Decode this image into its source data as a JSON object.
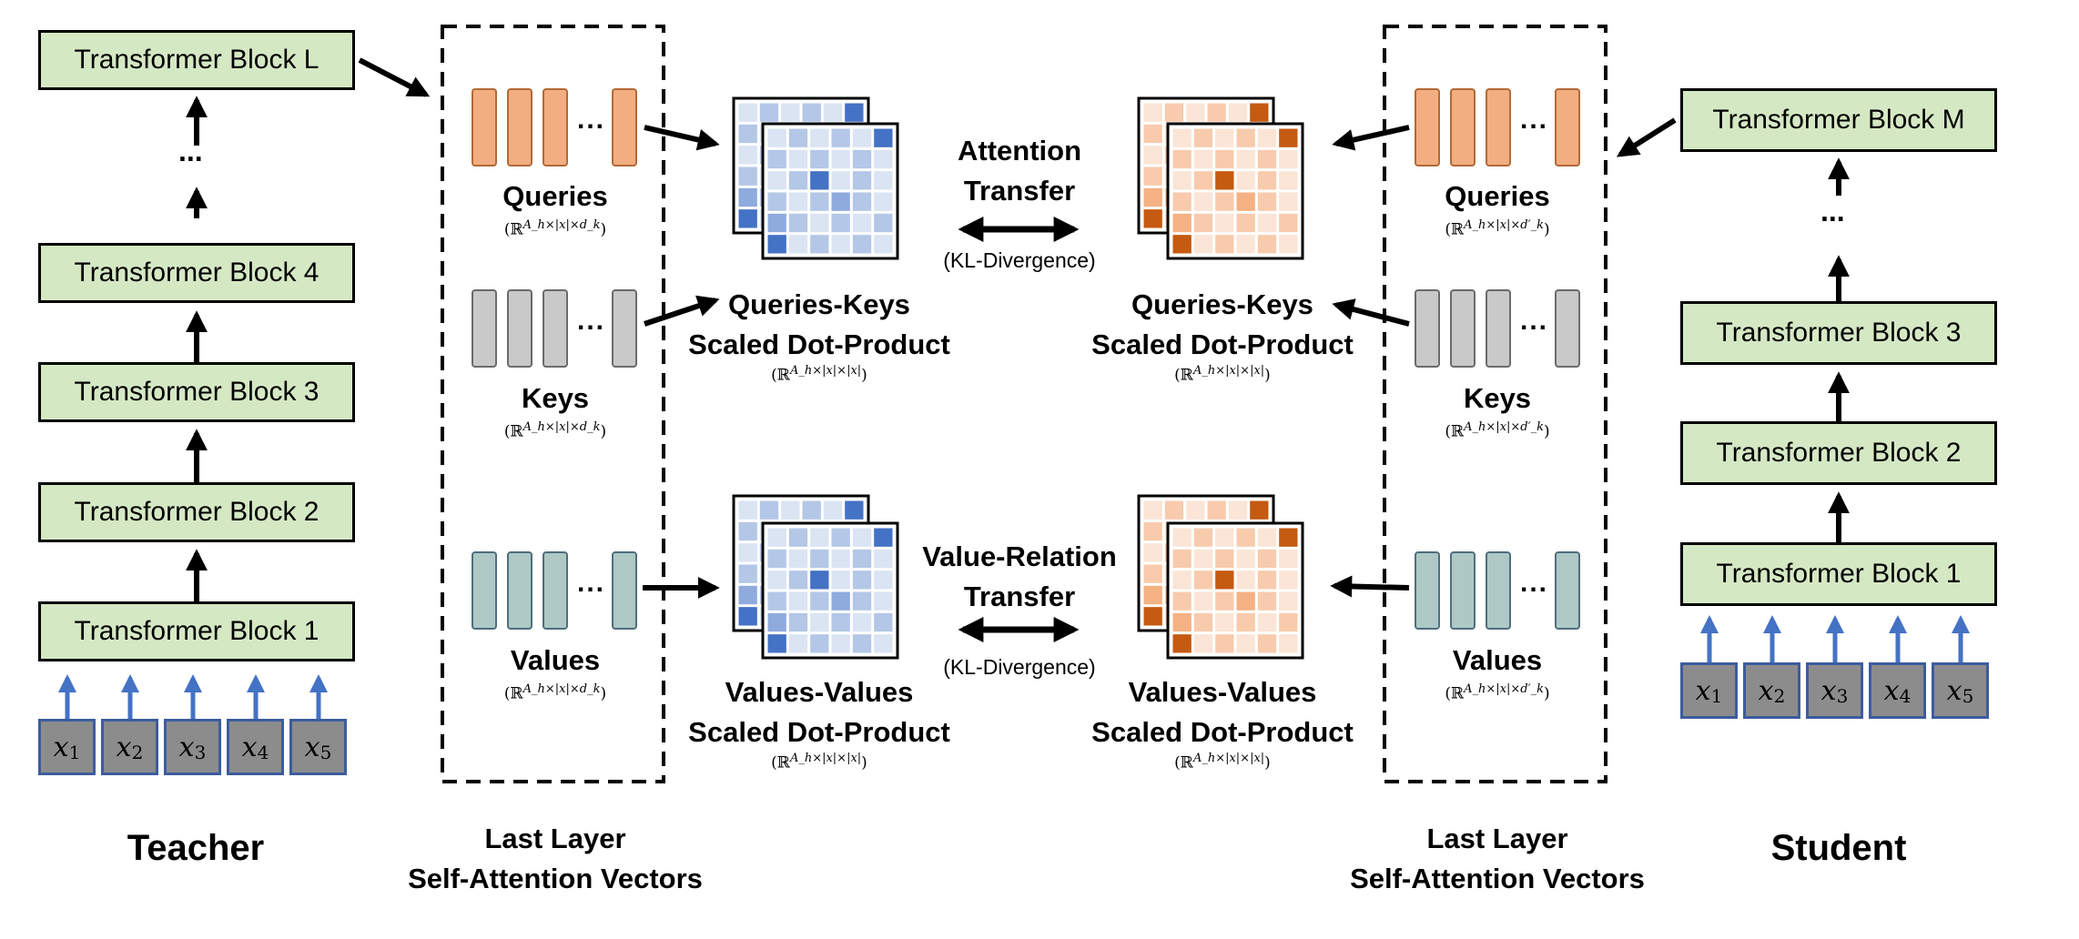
{
  "teacher": {
    "title": "Teacher",
    "blocks": [
      "Transformer Block L",
      "Transformer Block 4",
      "Transformer Block 3",
      "Transformer Block 2",
      "Transformer Block 1"
    ],
    "ellipsis": "...",
    "tokens": [
      {
        "var": "x",
        "sub": "1"
      },
      {
        "var": "x",
        "sub": "2"
      },
      {
        "var": "x",
        "sub": "3"
      },
      {
        "var": "x",
        "sub": "4"
      },
      {
        "var": "x",
        "sub": "5"
      }
    ],
    "attention_vectors": {
      "caption_line1": "Last Layer",
      "caption_line2": "Self-Attention Vectors",
      "queries": {
        "label": "Queries",
        "dim": "(ℝ",
        "sup": "A_h×|x|×d_k",
        "close": ")"
      },
      "keys": {
        "label": "Keys",
        "dim": "(ℝ",
        "sup": "A_h×|x|×d_k",
        "close": ")"
      },
      "values": {
        "label": "Values",
        "dim": "(ℝ",
        "sup": "A_h×|x|×d_k",
        "close": ")"
      }
    },
    "qk": {
      "line1": "Queries-Keys",
      "line2": "Scaled Dot-Product",
      "dim": "(ℝ",
      "sup": "A_h×|x|×|x|",
      "close": ")"
    },
    "vv": {
      "line1": "Values-Values",
      "line2": "Scaled Dot-Product",
      "dim": "(ℝ",
      "sup": "A_h×|x|×|x|",
      "close": ")"
    }
  },
  "student": {
    "title": "Student",
    "blocks": [
      "Transformer Block M",
      "Transformer Block 3",
      "Transformer Block 2",
      "Transformer Block 1"
    ],
    "ellipsis": "...",
    "tokens": [
      {
        "var": "x",
        "sub": "1"
      },
      {
        "var": "x",
        "sub": "2"
      },
      {
        "var": "x",
        "sub": "3"
      },
      {
        "var": "x",
        "sub": "4"
      },
      {
        "var": "x",
        "sub": "5"
      }
    ],
    "attention_vectors": {
      "caption_line1": "Last Layer",
      "caption_line2": "Self-Attention Vectors",
      "queries": {
        "label": "Queries",
        "dim": "(ℝ",
        "sup": "A_h×|x|×d′_k",
        "close": ")"
      },
      "keys": {
        "label": "Keys",
        "dim": "(ℝ",
        "sup": "A_h×|x|×d′_k",
        "close": ")"
      },
      "values": {
        "label": "Values",
        "dim": "(ℝ",
        "sup": "A_h×|x|×d′_k",
        "close": ")"
      }
    },
    "qk": {
      "line1": "Queries-Keys",
      "line2": "Scaled Dot-Product",
      "dim": "(ℝ",
      "sup": "A_h×|x|×|x|",
      "close": ")"
    },
    "vv": {
      "line1": "Values-Values",
      "line2": "Scaled Dot-Product",
      "dim": "(ℝ",
      "sup": "A_h×|x|×|x|",
      "close": ")"
    }
  },
  "transfers": {
    "attention": {
      "line1": "Attention",
      "line2": "Transfer",
      "note": "(KL-Divergence)"
    },
    "value_relation": {
      "line1": "Value-Relation",
      "line2": "Transfer",
      "note": "(KL-Divergence)"
    }
  },
  "colors": {
    "block_fill": "#d5e8c4",
    "token_fill": "#8c8c8c",
    "token_border": "#3d5c9e",
    "input_arrow": "#4472c4",
    "query_vector": "#f2ae80",
    "key_vector": "#c9c9c9",
    "value_vector": "#aec8c6",
    "teacher_matrix_palette": [
      "#ffffff",
      "#dbe4f3",
      "#b4c7e7",
      "#8faadc",
      "#4472c4"
    ],
    "student_matrix_palette": [
      "#ffffff",
      "#fbe5d6",
      "#f8cbad",
      "#f4b183",
      "#c55a11"
    ]
  }
}
